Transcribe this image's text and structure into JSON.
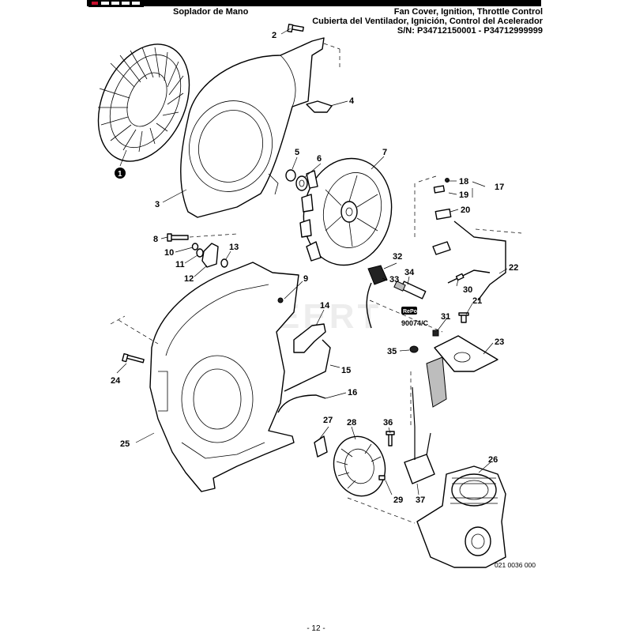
{
  "header": {
    "title_left": "Soplador de Mano",
    "title_right_lines": [
      "Fan Cover, Ignition, Throttle Control",
      "Cubierta del Ventilador, Ignición, Control del Acelerador",
      "S/N: P34712150001 - P34712999999"
    ]
  },
  "callouts": {
    "c1": "1",
    "c2": "2",
    "c3": "3",
    "c4": "4",
    "c5": "5",
    "c6": "6",
    "c7": "7",
    "c8": "8",
    "c9": "9",
    "c10": "10",
    "c11": "11",
    "c12": "12",
    "c13": "13",
    "c14": "14",
    "c15": "15",
    "c16": "16",
    "c17": "17",
    "c18": "18",
    "c19": "19",
    "c20": "20",
    "c21": "21",
    "c22": "22",
    "c23": "23",
    "c24": "24",
    "c25": "25",
    "c26": "26",
    "c27": "27",
    "c28": "28",
    "c29": "29",
    "c30": "30",
    "c31": "31",
    "c32": "32",
    "c33": "33",
    "c34": "34",
    "c35": "35",
    "c36": "36",
    "c37": "37"
  },
  "spark_plug_label": {
    "brand": "RePower",
    "code": "90074/C"
  },
  "drawing_number": "021 0036 000",
  "watermark": "JOPEERT",
  "footer": {
    "page_number": "- 12 -"
  },
  "colors": {
    "ink": "#000000",
    "logo_red": "#c8102e",
    "background": "#ffffff"
  }
}
